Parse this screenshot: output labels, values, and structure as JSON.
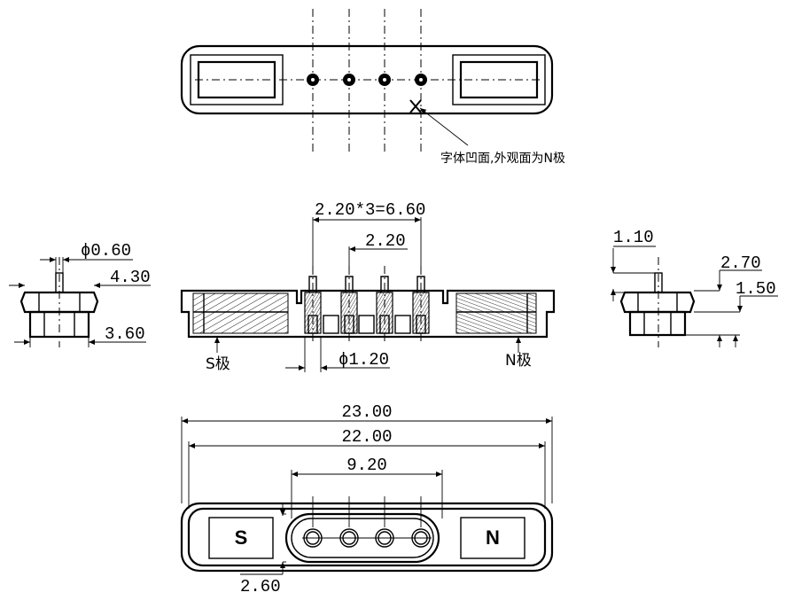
{
  "top_view": {
    "note": "字体凹面,外观面为N极"
  },
  "front_view": {
    "pitch_total": "2.20*3=6.60",
    "pitch": "2.20",
    "pin_dia": "ϕ1.20",
    "s_pole": "S极",
    "n_pole": "N极"
  },
  "left_view": {
    "pin_dia": "ϕ0.60",
    "height": "4.30",
    "body_height": "3.60"
  },
  "right_view": {
    "pin_len": "1.10",
    "overall": "2.70",
    "step": "1.50"
  },
  "bottom_view": {
    "overall_width": "23.00",
    "inner_width": "22.00",
    "pin_span": "9.20",
    "edge": "2.60",
    "s_label": "S",
    "n_label": "N"
  }
}
